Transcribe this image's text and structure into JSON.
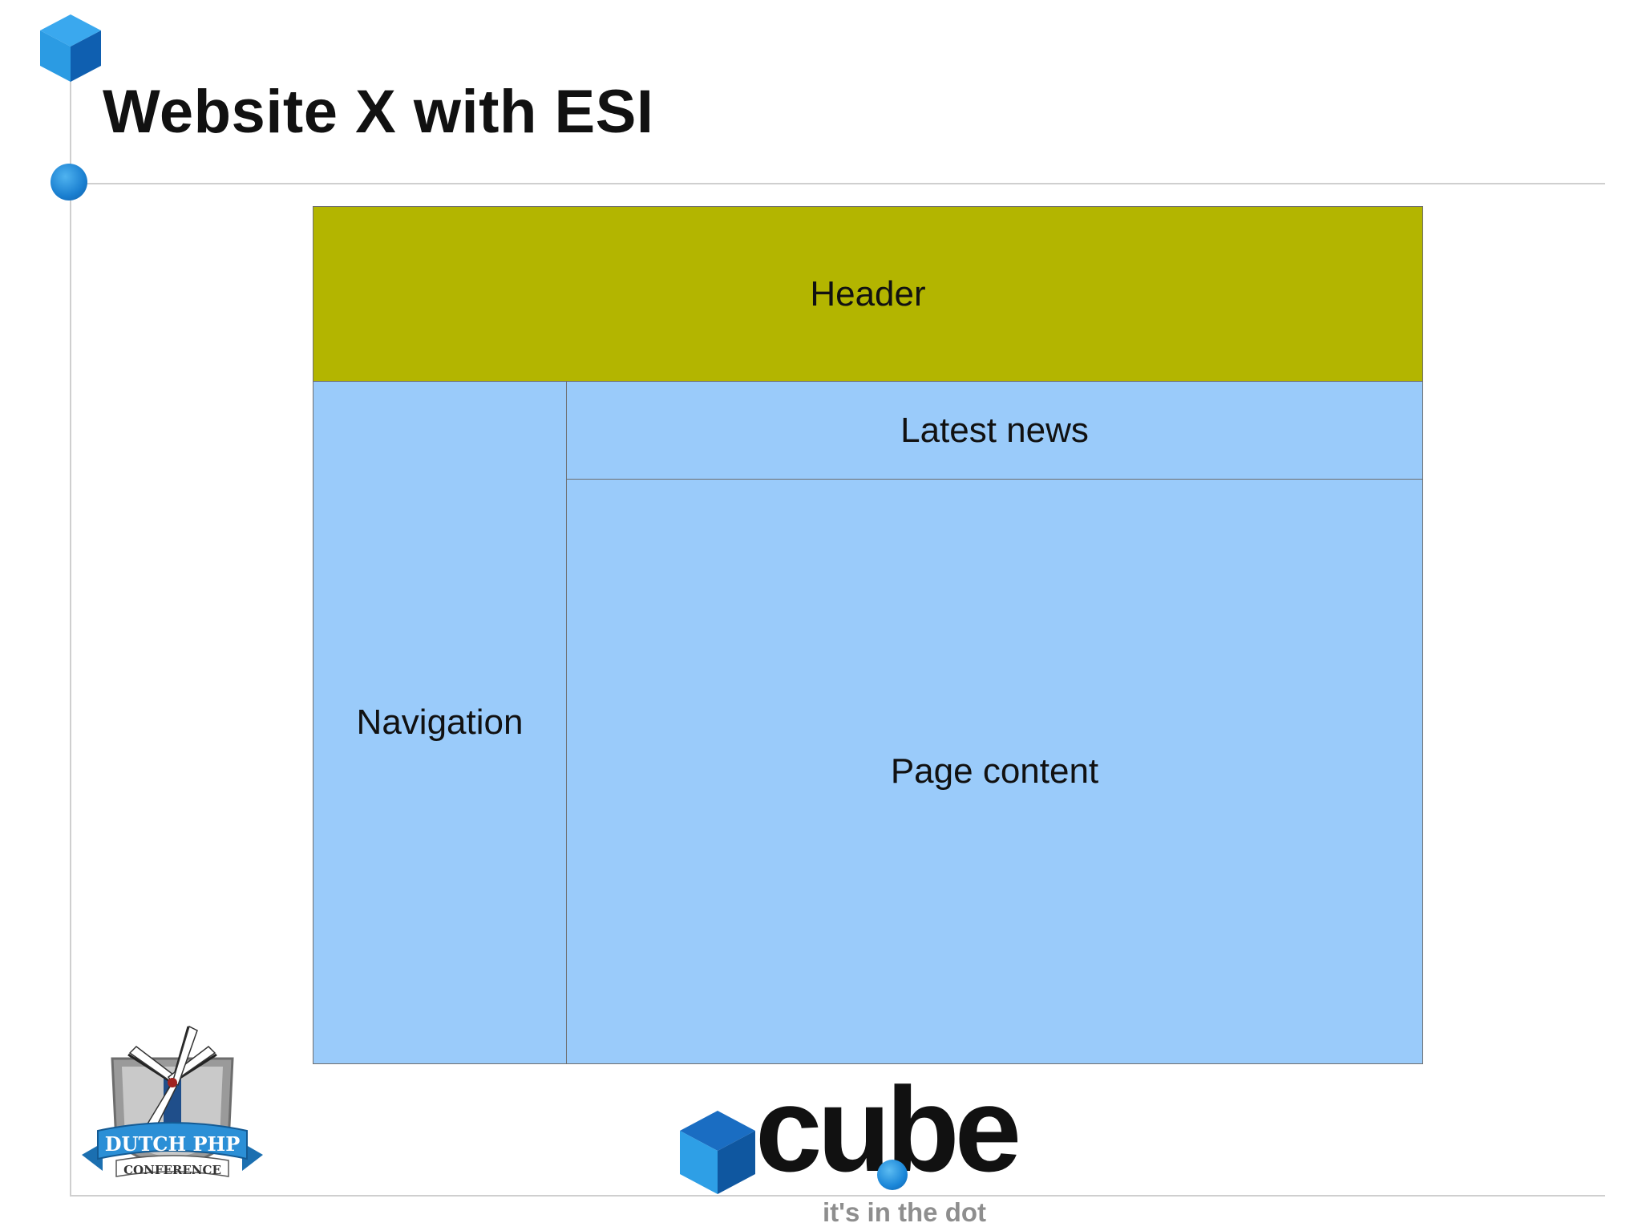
{
  "slide": {
    "title": "Website X with ESI"
  },
  "diagram": {
    "header": "Header",
    "navigation": "Navigation",
    "latest_news": "Latest news",
    "page_content": "Page content"
  },
  "logos": {
    "conference": {
      "line1": "DUTCH PHP",
      "line2": "CONFERENCE",
      "icon": "windmill-icon"
    },
    "company": {
      "word_part1": "cu",
      "word_part2": "be",
      "tagline": "it's in the dot",
      "icon": "cube-icon"
    }
  },
  "colors": {
    "header": "#b3b500",
    "regions": "#9acbfa",
    "accent_blue": "#1a7fd0"
  }
}
